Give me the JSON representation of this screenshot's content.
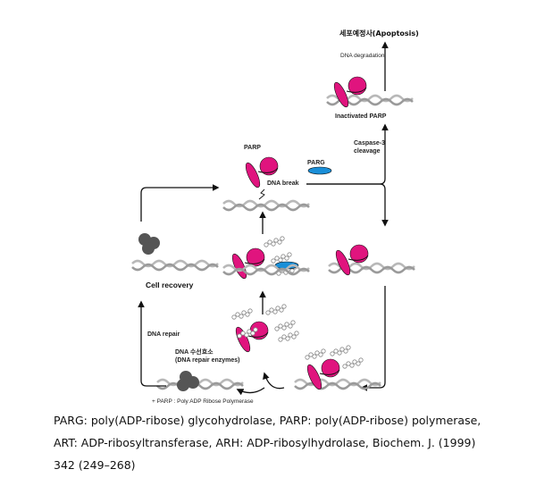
{
  "diagram": {
    "labels": {
      "apoptosis": "세포예정사(Apoptosis)",
      "dna_degradation": "DNA degradation",
      "inactivated_parp": "Inactivated PARP",
      "caspase_line1": "Caspase-3",
      "caspase_line2": "cleavage",
      "parp": "PARP",
      "parg": "PARG",
      "dna_break": "DNA break",
      "cell_recovery": "Cell recovery",
      "dna_repair": "DNA repair",
      "repair_enzymes_line1": "DNA 수선효소",
      "repair_enzymes_line2": "(DNA repair enzymes)",
      "footnote": "+ PARP : Poly ADP Ribose Polymerase"
    },
    "colors": {
      "magenta": "#e0147e",
      "blue": "#1a8fd8",
      "gray": "#555555",
      "dna": "#b8b8b8"
    }
  },
  "caption": {
    "line1": "PARG: poly(ADP-ribose) glycohydrolase, PARP: poly(ADP-ribose) polymerase,",
    "line2": "ART: ADP-ribosyltransferase, ARH: ADP-ribosylhydrolase, Biochem. J. (1999)",
    "line3": "342 (249–268)"
  }
}
